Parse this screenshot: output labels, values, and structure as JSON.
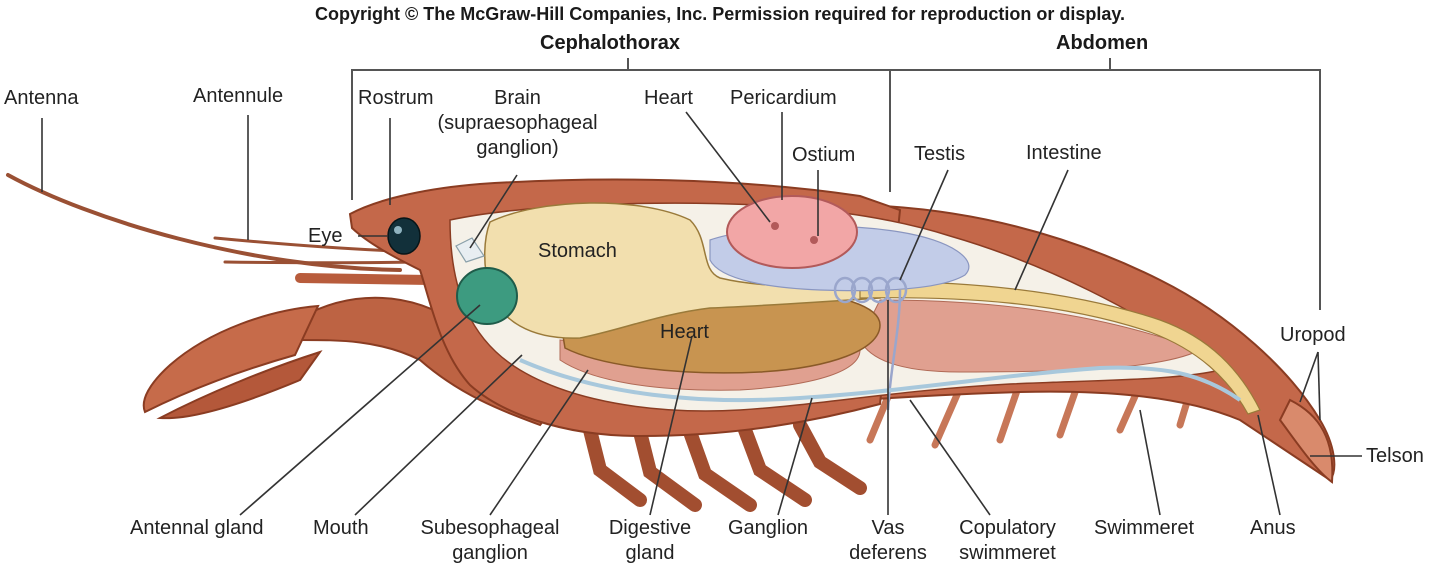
{
  "copyright": "Copyright © The McGraw-Hill Companies, Inc. Permission required for reproduction or display.",
  "sections": {
    "cephalothorax": "Cephalothorax",
    "abdomen": "Abdomen"
  },
  "labels": {
    "antenna": "Antenna",
    "antennule": "Antennule",
    "rostrum": "Rostrum",
    "brain_1": "Brain",
    "brain_2": "(supraesophageal",
    "brain_3": "ganglion)",
    "heart_top": "Heart",
    "pericardium": "Pericardium",
    "ostium": "Ostium",
    "testis": "Testis",
    "intestine": "Intestine",
    "eye": "Eye",
    "stomach": "Stomach",
    "uropod": "Uropod",
    "telson": "Telson",
    "heart_inner": "Heart",
    "antennal_gland": "Antennal gland",
    "mouth": "Mouth",
    "subesophageal_1": "Subesophageal",
    "subesophageal_2": "ganglion",
    "digestive_1": "Digestive",
    "digestive_2": "gland",
    "ganglion": "Ganglion",
    "vas_1": "Vas",
    "vas_2": "deferens",
    "copulatory_1": "Copulatory",
    "copulatory_2": "swimmeret",
    "swimmeret": "Swimmeret",
    "anus": "Anus"
  },
  "colors": {
    "exoskeleton": "#b85c3c",
    "exoskeleton_light": "#d98a6c",
    "stomach": "#f2dfae",
    "digestive_gland": "#c89450",
    "heart": "#f2a6a6",
    "pericardium": "#b8c4e6",
    "muscle": "#e0a090",
    "green_gland": "#3d9b80",
    "eye": "#12303a",
    "leader_line": "#333333"
  }
}
